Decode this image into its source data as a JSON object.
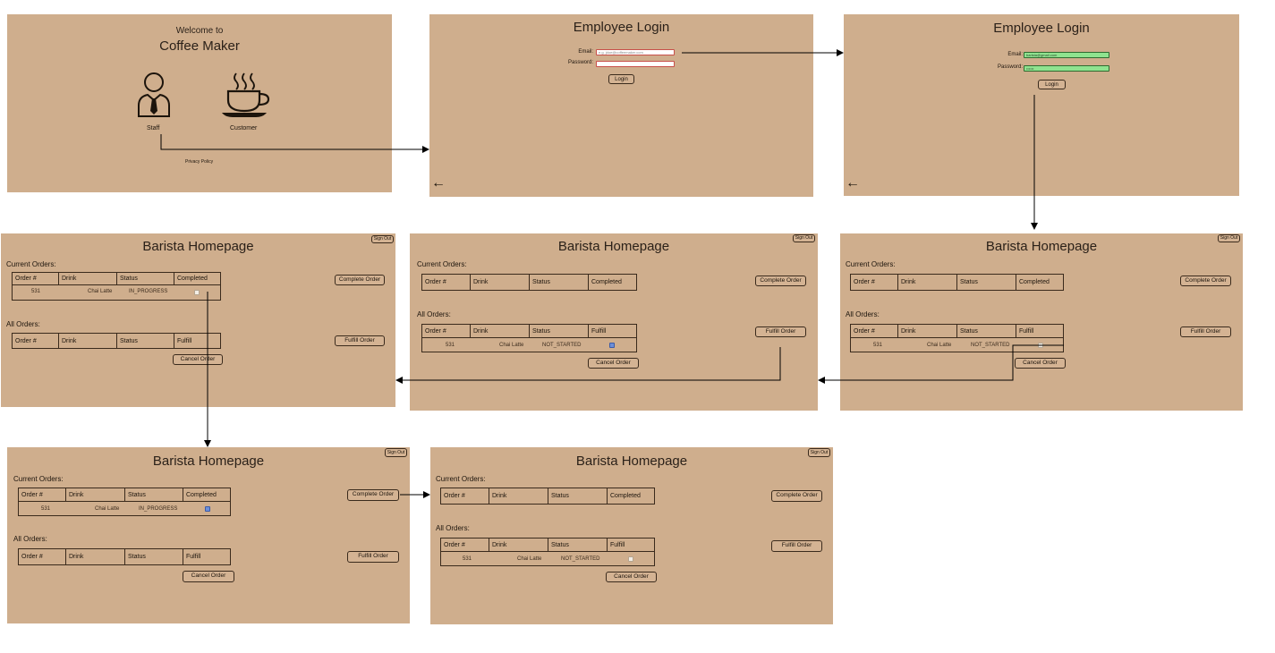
{
  "welcome": {
    "greeting": "Welcome to",
    "app_name": "Coffee Maker",
    "staff_label": "Staff",
    "customer_label": "Customer",
    "privacy_link": "Privacy Policy"
  },
  "login_empty": {
    "title": "Employee Login",
    "email_label": "Email:",
    "password_label": "Password:",
    "email_placeholder": "e.g. jdoe@coffeemaker.com",
    "password_value": "",
    "login_button": "Login",
    "back_arrow": "←"
  },
  "login_filled": {
    "title": "Employee Login",
    "email_label": "Email:",
    "password_label": "Password:",
    "email_value": "barista@gmail.com",
    "password_value": "••••••",
    "login_button": "Login",
    "back_arrow": "←"
  },
  "barista": {
    "title": "Barista Homepage",
    "sign_out": "Sign Out",
    "current_orders_label": "Current Orders:",
    "all_orders_label": "All Orders:",
    "current_headers": [
      "Order #",
      "Drink",
      "Status",
      "Completed"
    ],
    "all_headers": [
      "Order #",
      "Drink",
      "Status",
      "Fulfill"
    ],
    "complete_button": "Complete Order",
    "fulfill_button": "Fulfill Order",
    "cancel_button": "Cancel Order"
  },
  "order_in_progress": {
    "id": "531",
    "drink": "Chai Latte",
    "status": "IN_PROGRESS"
  },
  "order_not_started": {
    "id": "531",
    "drink": "Chai Latte",
    "status": "NOT_STARTED"
  },
  "colors": {
    "screen_bg": "#cfae8d",
    "field_ok": "#8fe38f",
    "field_error": "#c8504a",
    "arrow": "#000000"
  }
}
